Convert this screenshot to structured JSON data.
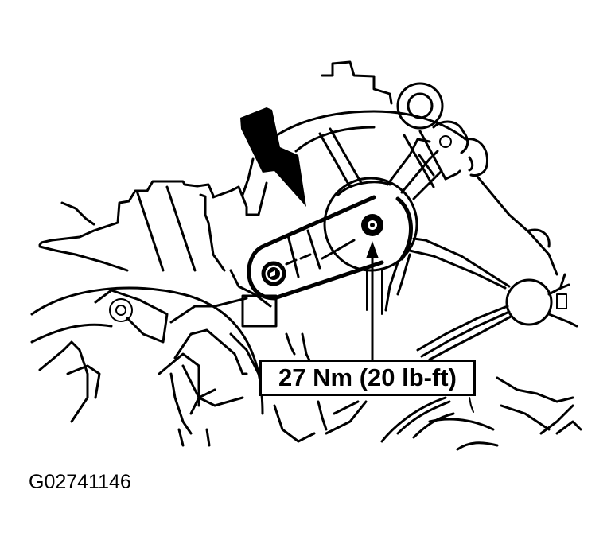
{
  "diagram": {
    "type": "technical-service-illustration",
    "style": "black line art on white",
    "components": [
      {
        "name": "bracket-arm",
        "description": "elongated link/bracket with two bolt holes"
      },
      {
        "name": "upper-bolt",
        "description": "bolt at right end of bracket (torque target)"
      },
      {
        "name": "lower-bolt",
        "description": "bolt at left end of bracket"
      },
      {
        "name": "pulley-hub",
        "description": "round hub with spokes behind bracket"
      },
      {
        "name": "indicator-arrow",
        "description": "large solid black arrow pointing at bracket"
      },
      {
        "name": "leader-arrow",
        "description": "thin upward arrow from torque callout to upper bolt"
      }
    ],
    "callout": {
      "torque_label": "27 Nm (20 lb-ft)",
      "torque_nm": 27,
      "torque_lbft": 20
    },
    "figure_id": "G02741146"
  },
  "colors": {
    "line": "#000000",
    "background": "#ffffff"
  }
}
